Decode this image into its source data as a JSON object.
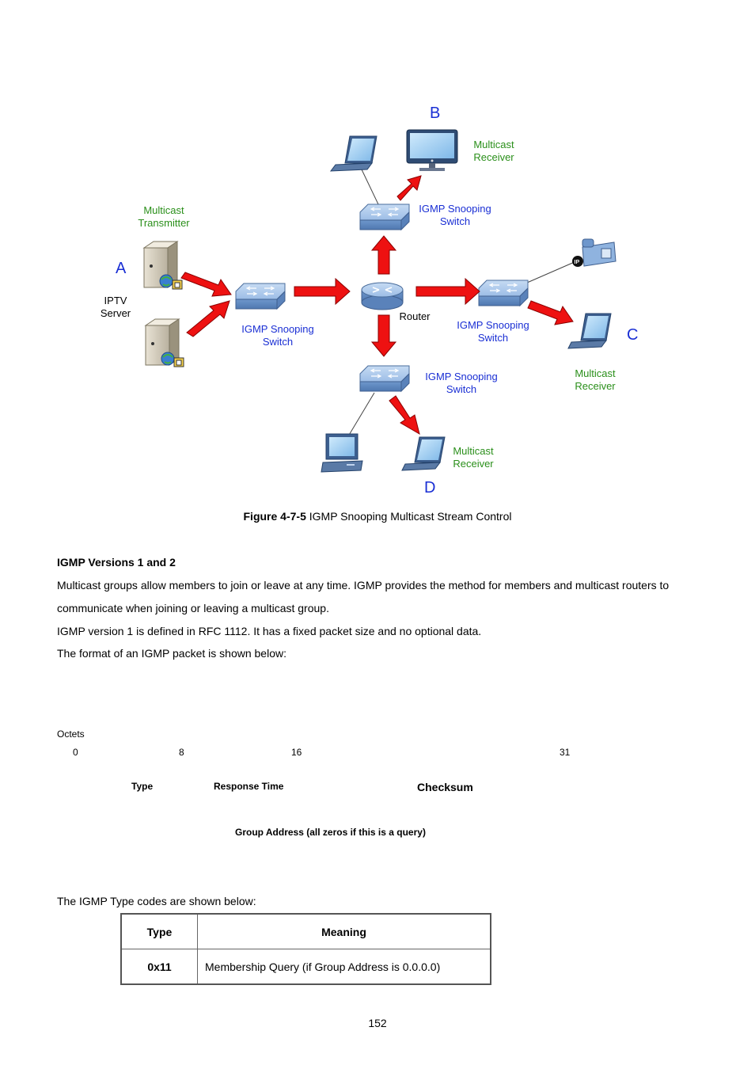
{
  "figure": {
    "labels": {
      "letter_a": "A",
      "letter_b": "B",
      "letter_c": "C",
      "letter_d": "D",
      "transmitter_line1": "Multicast",
      "transmitter_line2": "Transmitter",
      "iptv_line1": "IPTV",
      "iptv_line2": "Server",
      "router": "Router",
      "switch_line1": "IGMP Snooping",
      "switch_line2": "Switch",
      "receiver_line1": "Multicast",
      "receiver_line2": "Receiver"
    },
    "caption_label": "Figure 4-7-5",
    "caption_text": " IGMP Snooping Multicast Stream Control",
    "colors": {
      "arrow": "#ee1111",
      "label_green": "#2a8f1a",
      "label_blue": "#1a2fd4",
      "switch": "#8fb3df"
    }
  },
  "section": {
    "heading": "IGMP Versions 1 and 2",
    "para1_line1": "Multicast groups allow members to join or leave at any time. IGMP provides the method for members and multicast routers to",
    "para1_line2": "communicate when joining or leaving a multicast group.",
    "para2": "IGMP version 1 is defined in RFC 1112. It has a fixed packet size and no optional data.",
    "para3": "The format of an IGMP packet is shown below:"
  },
  "packet": {
    "octets_label": "Octets",
    "bits": [
      "0",
      "8",
      "16",
      "31"
    ],
    "fields_row1": [
      "Type",
      "Response Time",
      "Checksum"
    ],
    "group_address": "Group Address (all zeros if this is a query)"
  },
  "type_codes": {
    "intro": "The IGMP Type codes are shown below:",
    "headers": [
      "Type",
      "Meaning"
    ],
    "rows": [
      {
        "type": "0x11",
        "meaning": "Membership Query (if Group Address is 0.0.0.0)"
      }
    ]
  },
  "page_number": "152"
}
